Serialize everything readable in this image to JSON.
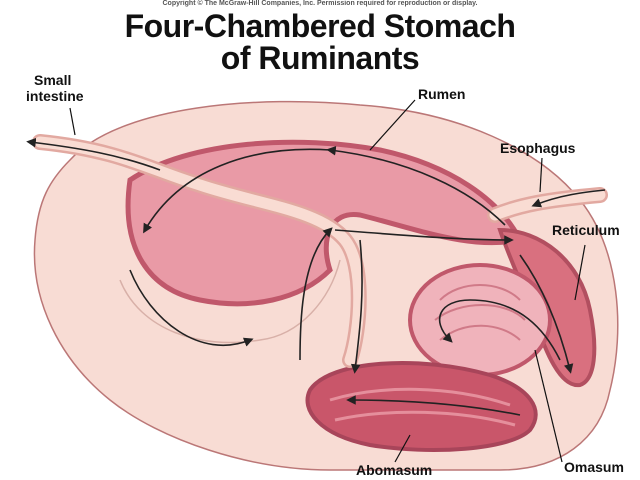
{
  "copyright": "Copyright © The McGraw-Hill Companies, Inc. Permission required for reproduction or display.",
  "title_line1": "Four-Chambered Stomach",
  "title_line2": "of Ruminants",
  "labels": {
    "small_intestine_1": "Small",
    "small_intestine_2": "intestine",
    "rumen": "Rumen",
    "esophagus": "Esophagus",
    "reticulum": "Reticulum",
    "abomasum": "Abomasum",
    "omasum": "Omasum"
  },
  "colors": {
    "body": "#f7d6cf",
    "rumen_wall": "#d9707f",
    "rumen_inner": "#e89aa6",
    "abomasum": "#c9566a",
    "tube": "#f9dcd3"
  }
}
